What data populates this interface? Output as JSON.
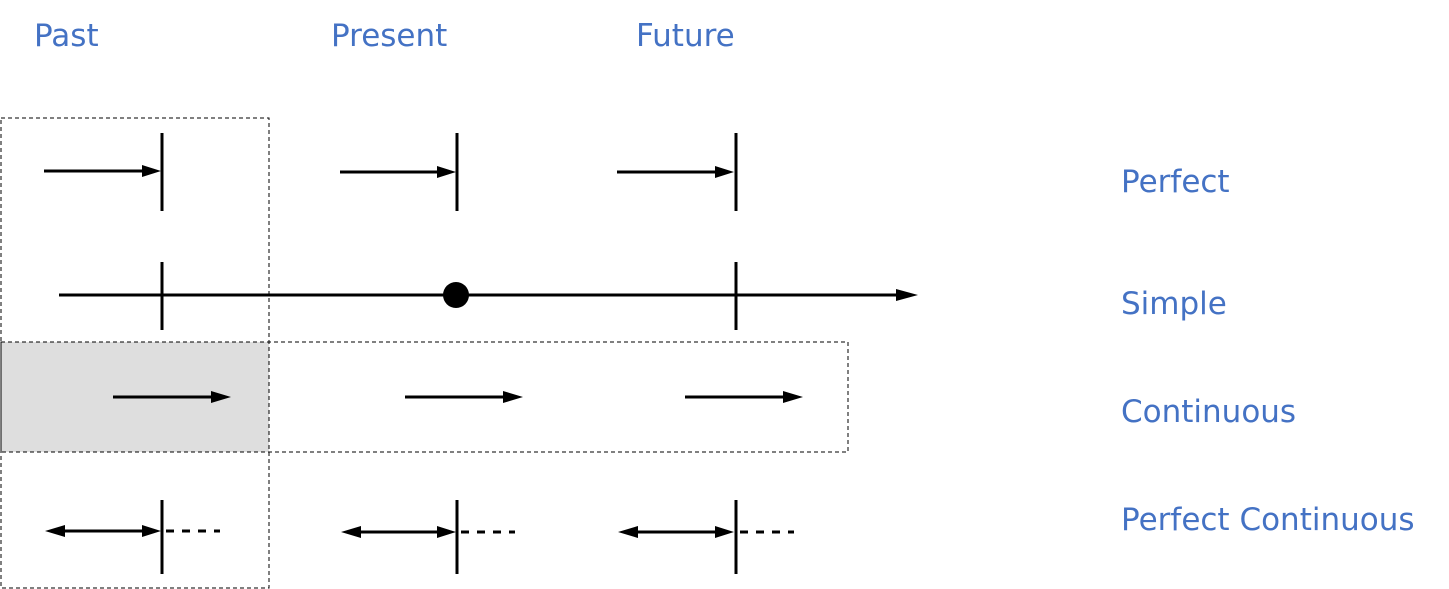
{
  "tenses": {
    "past": "Past",
    "present": "Present",
    "future": "Future"
  },
  "aspects": {
    "perfect": "Perfect",
    "simple": "Simple",
    "continuous": "Continuous",
    "perfect_continuous": "Perfect Continuous"
  },
  "colors": {
    "label": "#4472c4",
    "shade": "#dedede",
    "line": "#000000"
  }
}
